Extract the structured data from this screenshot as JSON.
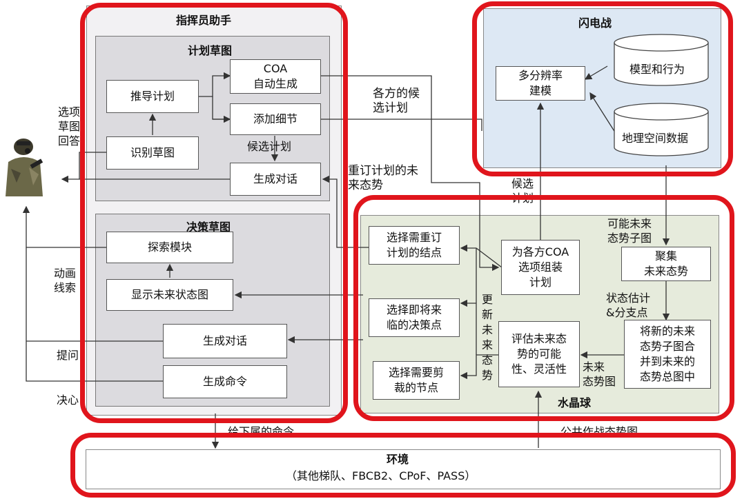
{
  "commander_assistant": {
    "title": "指挥员助手",
    "plan_sketch": {
      "title": "计划草图",
      "derive_plan": "推导计划",
      "coa_auto": "COA\n自动生成",
      "add_detail": "添加细节",
      "recognize_sketch": "识别草图",
      "candidate_plan": "候选计划",
      "gen_dialog": "生成对话"
    },
    "decision_sketch": {
      "title": "决策草图",
      "explore_module": "探索模块",
      "show_future_map": "显示未来状态图",
      "gen_dialog": "生成对话",
      "gen_command": "生成命令"
    }
  },
  "left_labels": {
    "options": "选项\n草图\n回答",
    "animation": "动画\n线索",
    "question": "提问",
    "decision": "决心"
  },
  "lightning": {
    "title": "闪电战",
    "multi_res": "多分辨率\n建模",
    "model_behavior": "模型和行为",
    "geo_data": "地理空间数据"
  },
  "crystal_ball": {
    "title": "水晶球",
    "select_replan": "选择需重订\n计划的结点",
    "assemble_coa": "为各方COA\n选项组装\n计划",
    "aggregate": "聚集\n未来态势",
    "select_upcoming": "选择即将来\n临的决策点",
    "evaluate": "评估未来态\n势的可能\n性、灵活性",
    "merge": "将新的未来\n态势子图合\n并到未来的\n态势总图中",
    "select_prune": "选择需要剪\n裁的节点",
    "possible_future": "可能未来\n态势子图",
    "state_estimate": "状态估计\n&分支点",
    "future_map": "未来\n态势图",
    "update_future": "更\n新\n未\n来\n态\n势"
  },
  "mid_labels": {
    "parties_candidate": "各方的候\n选计划",
    "replan_future": "重订计划的未\n来态势",
    "candidate": "候选\n计划",
    "to_subordinates": "给下属的命令",
    "shared_picture": "公共作战态势图"
  },
  "environment": {
    "title": "环境",
    "subtitle": "（其他梯队、FBCB2、CPoF、PASS）"
  },
  "colors": {
    "ring": "#e0151c",
    "panel": "#dcdbdf",
    "lightning_bg": "#dde8f4",
    "crystal_bg": "#e6ebdc"
  }
}
